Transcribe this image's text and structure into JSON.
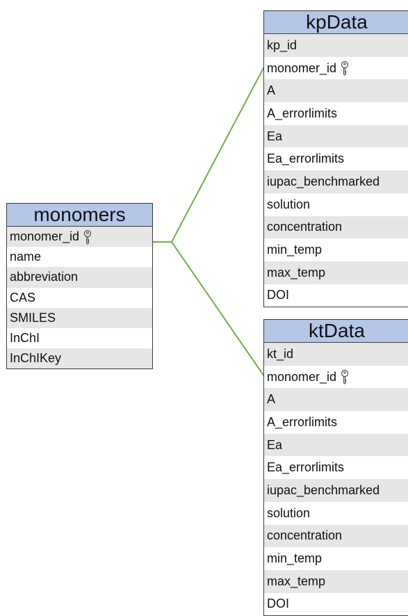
{
  "tables": {
    "monomers": {
      "title": "monomers",
      "fields": [
        {
          "name": "monomer_id",
          "key": true
        },
        {
          "name": "name",
          "key": false
        },
        {
          "name": "abbreviation",
          "key": false
        },
        {
          "name": "CAS",
          "key": false
        },
        {
          "name": "SMILES",
          "key": false
        },
        {
          "name": "InChI",
          "key": false
        },
        {
          "name": "InChIKey",
          "key": false
        }
      ]
    },
    "kpData": {
      "title": "kpData",
      "fields": [
        {
          "name": "kp_id",
          "key": false
        },
        {
          "name": "monomer_id",
          "key": true
        },
        {
          "name": "A",
          "key": false
        },
        {
          "name": "A_errorlimits",
          "key": false
        },
        {
          "name": "Ea",
          "key": false
        },
        {
          "name": "Ea_errorlimits",
          "key": false
        },
        {
          "name": "iupac_benchmarked",
          "key": false
        },
        {
          "name": "solution",
          "key": false
        },
        {
          "name": "concentration",
          "key": false
        },
        {
          "name": "min_temp",
          "key": false
        },
        {
          "name": "max_temp",
          "key": false
        },
        {
          "name": "DOI",
          "key": false
        }
      ]
    },
    "ktData": {
      "title": "ktData",
      "fields": [
        {
          "name": "kt_id",
          "key": false
        },
        {
          "name": "monomer_id",
          "key": true
        },
        {
          "name": "A",
          "key": false
        },
        {
          "name": "A_errorlimits",
          "key": false
        },
        {
          "name": "Ea",
          "key": false
        },
        {
          "name": "Ea_errorlimits",
          "key": false
        },
        {
          "name": "iupac_benchmarked",
          "key": false
        },
        {
          "name": "solution",
          "key": false
        },
        {
          "name": "concentration",
          "key": false
        },
        {
          "name": "min_temp",
          "key": false
        },
        {
          "name": "max_temp",
          "key": false
        },
        {
          "name": "DOI",
          "key": false
        }
      ]
    }
  },
  "colors": {
    "header": "#b4c7e7",
    "alt_row": "#e6e6e6",
    "link": "#70ad47",
    "border": "#3a3a3a"
  }
}
